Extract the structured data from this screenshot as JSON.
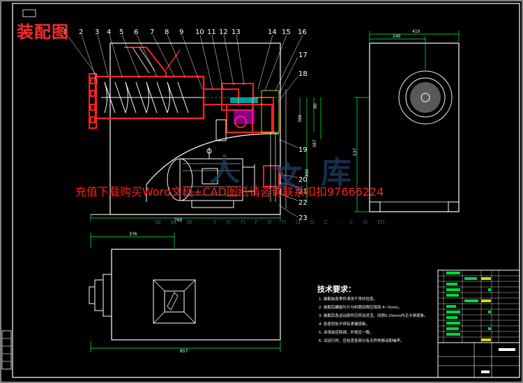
{
  "drawing": {
    "title": "装配图",
    "watermark_text": "充值下载购买Word文档+CAD图纸请咨询联系扣扣97666224",
    "watermark_url": "w w w . r e n r e n d o c . c o m",
    "watermark_chars": [
      "人",
      "文",
      "库"
    ],
    "part_numbers_top": [
      "1",
      "2",
      "3",
      "4",
      "5",
      "6",
      "7",
      "8",
      "9",
      "10",
      "11",
      "12",
      "13",
      "14",
      "15",
      "16"
    ],
    "part_numbers_right": [
      "17",
      "18",
      "19",
      "20",
      "21",
      "22",
      "23"
    ],
    "dimensions": {
      "front_width": "760",
      "plan_offset": "376",
      "plan_width": "857",
      "side_top_width": "410",
      "side_top_inner": "240",
      "side_height": "537",
      "front_mid_height": "387",
      "vertical_small_1": "380",
      "vertical_small_2": "80",
      "vertical_small_3": "460"
    },
    "tech_requirements": {
      "title": "技术要求：",
      "items": [
        "1. 装配前各零件清洗干净并检查。",
        "2. 装配后螺旋叶片与料筒间隙应保持 4~5mm。",
        "3. 装配后各运动部件应转动灵活，间隙0.25mm内无卡滞现象。",
        "4. 各密封处不得有渗漏现象。",
        "5. 涂漆前应除锈，外观应一致。",
        "6. 试运行时，应检查各部分有无异常振动和噪声。"
      ]
    },
    "colors": {
      "outline": "#ffffff",
      "red": "#ff2020",
      "green": "#00ff44",
      "yellow": "#ffff00",
      "cyan": "#00ffff",
      "magenta": "#ff00ff",
      "title_red": "#ff2a2a"
    }
  }
}
